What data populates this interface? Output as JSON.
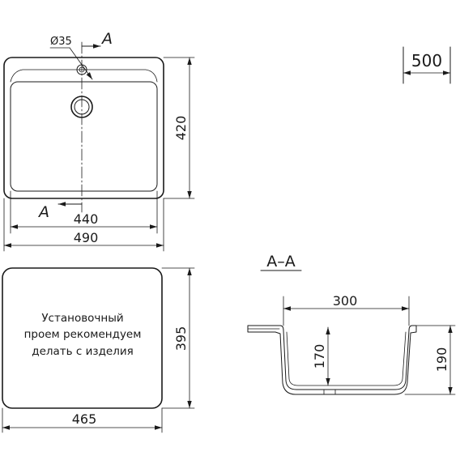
{
  "top_view": {
    "drain_hole_label": "Ø35",
    "section_mark_top": "A",
    "section_mark_bottom": "A",
    "dim_width_inner": "440",
    "dim_width_outer": "490",
    "dim_depth": "420"
  },
  "cabinet": {
    "label": "500"
  },
  "cutout_view": {
    "note_lines": [
      "Установочный",
      "проем рекомендуем",
      "делать с изделия"
    ],
    "dim_width": "465",
    "dim_depth": "395"
  },
  "section_view": {
    "title": "A–A",
    "dim_bowl_width": "300",
    "dim_bowl_depth": "170",
    "dim_total_depth": "190"
  }
}
